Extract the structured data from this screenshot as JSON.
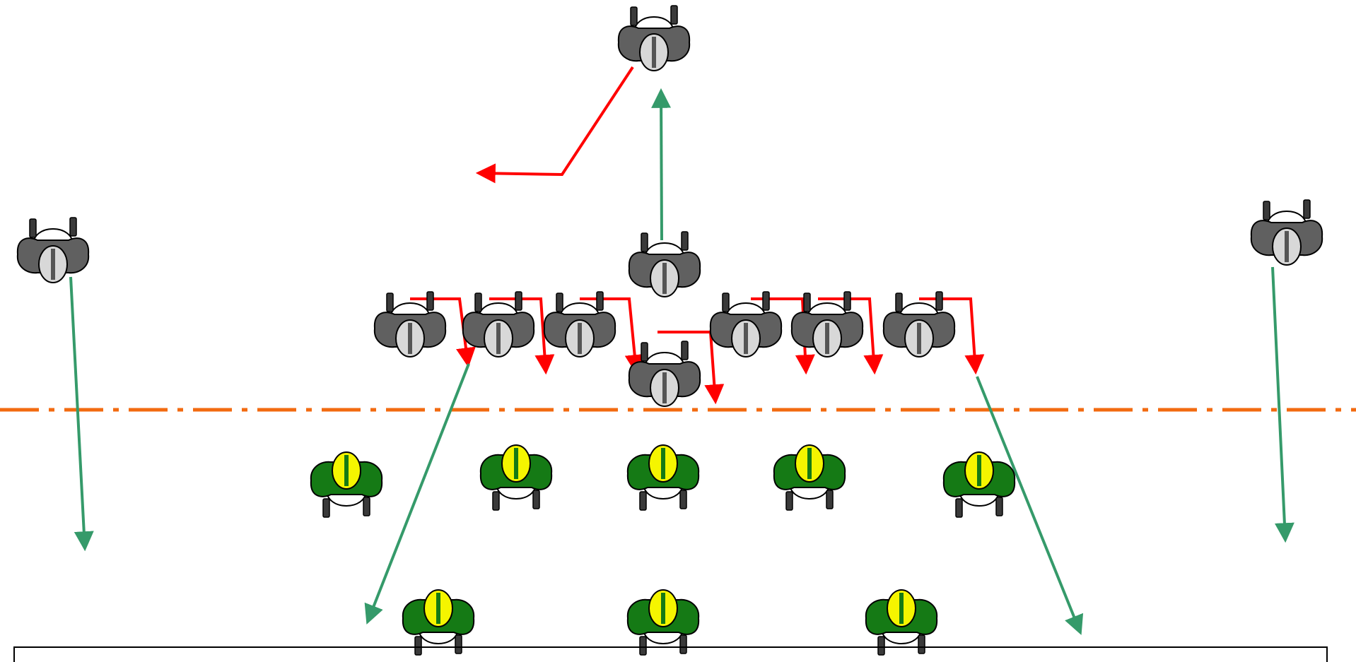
{
  "diagram": {
    "colors": {
      "background": "#ffffff",
      "scrimmage_line": "#f26a10",
      "offense_route": "#ff0000",
      "defense_route": "#359a6a",
      "offense_jersey": "#606060",
      "offense_helmet": "#d8d8d8",
      "defense_jersey": "#157a15",
      "defense_helmet": "#f5f500",
      "outline": "#000000",
      "pad": "#ffffff"
    },
    "players": [
      {
        "id": "o-deep-back",
        "team": "offense",
        "role": "deep-back"
      },
      {
        "id": "o-up-back",
        "team": "offense",
        "role": "up-back"
      },
      {
        "id": "o-center",
        "team": "offense",
        "role": "center"
      },
      {
        "id": "o-line-left-3",
        "team": "offense",
        "role": "lineman"
      },
      {
        "id": "o-line-left-2",
        "team": "offense",
        "role": "lineman"
      },
      {
        "id": "o-line-left-1",
        "team": "offense",
        "role": "lineman"
      },
      {
        "id": "o-line-right-1",
        "team": "offense",
        "role": "lineman"
      },
      {
        "id": "o-line-right-2",
        "team": "offense",
        "role": "lineman"
      },
      {
        "id": "o-line-right-3",
        "team": "offense",
        "role": "lineman"
      },
      {
        "id": "o-wide-left",
        "team": "offense",
        "role": "wide-receiver"
      },
      {
        "id": "o-wide-right",
        "team": "offense",
        "role": "wide-receiver"
      },
      {
        "id": "d-front-1",
        "team": "defense",
        "role": "front"
      },
      {
        "id": "d-front-2",
        "team": "defense",
        "role": "front"
      },
      {
        "id": "d-front-3",
        "team": "defense",
        "role": "front"
      },
      {
        "id": "d-front-4",
        "team": "defense",
        "role": "front"
      },
      {
        "id": "d-front-5",
        "team": "defense",
        "role": "front"
      },
      {
        "id": "d-back-1",
        "team": "defense",
        "role": "back"
      },
      {
        "id": "d-back-2",
        "team": "defense",
        "role": "back"
      },
      {
        "id": "d-back-3",
        "team": "defense",
        "role": "back"
      }
    ],
    "routes": [
      {
        "id": "route-deep-back",
        "team": "offense"
      },
      {
        "id": "route-line-1",
        "team": "offense"
      },
      {
        "id": "route-line-2",
        "team": "offense"
      },
      {
        "id": "route-line-3",
        "team": "offense"
      },
      {
        "id": "route-center",
        "team": "offense"
      },
      {
        "id": "route-line-4",
        "team": "offense"
      },
      {
        "id": "route-line-5",
        "team": "offense"
      },
      {
        "id": "route-line-6",
        "team": "offense"
      },
      {
        "id": "route-up-back",
        "team": "defense"
      },
      {
        "id": "route-wide-left",
        "team": "defense"
      },
      {
        "id": "route-wide-right",
        "team": "defense"
      },
      {
        "id": "route-lane-left",
        "team": "defense"
      },
      {
        "id": "route-lane-right",
        "team": "defense"
      }
    ]
  }
}
